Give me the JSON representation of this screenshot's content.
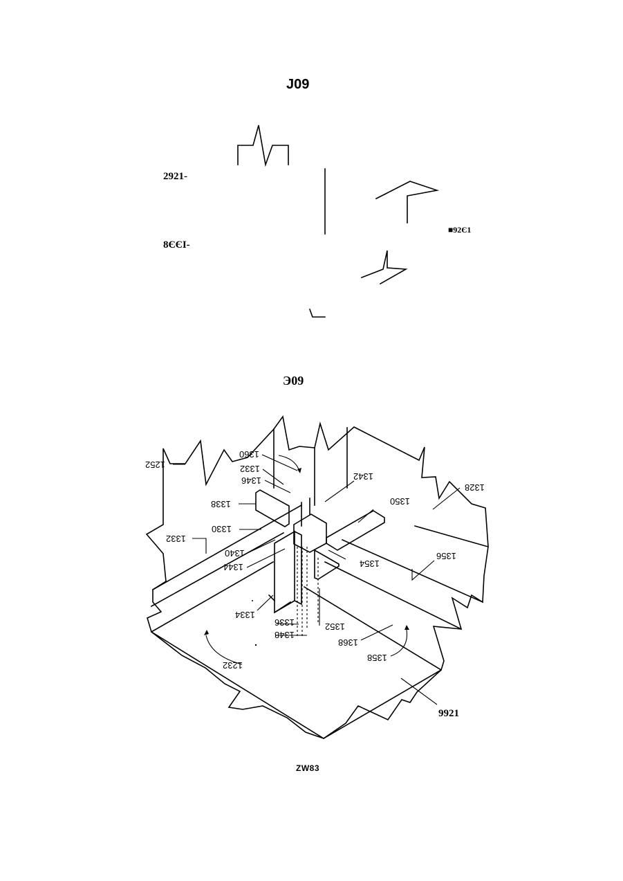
{
  "top_figure": {
    "title": "J09",
    "labels": {
      "left_upper": "2921-",
      "left_lower": "8ЄЄI-",
      "right": "■92Є1"
    }
  },
  "bottom_figure": {
    "title": "Э09",
    "ref_labels": {
      "r1360": "1360",
      "r1332a": "1332",
      "r1346": "1346",
      "r1342": "1342",
      "r1252": "1252",
      "r1328": "1328",
      "r1338": "1338",
      "r1350": "1350",
      "r1330": "1330",
      "r1332b": "1332",
      "r1340": "1340",
      "r1344": "1344",
      "r1356": "1356",
      "r1354": "1354",
      "r1334": "1334",
      "r1336": "1336",
      "r1352": "1352",
      "r1348": "1348",
      "r1368": "1368",
      "r1232": "1232",
      "r1358": "1358"
    },
    "bottom_ref": "9921"
  },
  "footer": "ZW83"
}
